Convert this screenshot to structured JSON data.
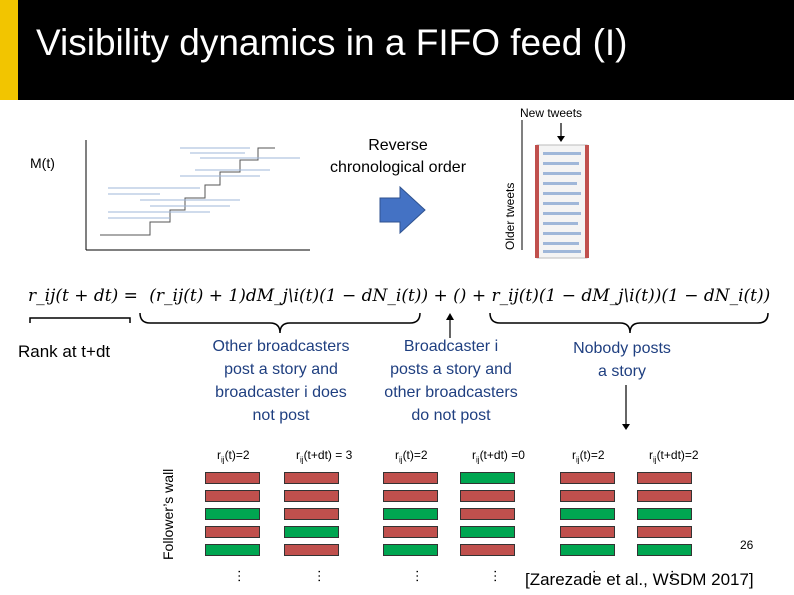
{
  "slide": {
    "title": "Visibility dynamics in a FIFO feed (I)",
    "page_number": "26",
    "citation": "[Zarezade et al., WSDM 2017]"
  },
  "top": {
    "m_label": "M(t)",
    "reverse_label_line1": "Reverse",
    "reverse_label_line2": "chronological order",
    "new_tweets": "New tweets",
    "older_tweets": "Older tweets"
  },
  "equation": {
    "lhs": "r_ij(t + dt) =",
    "term1": "(r_ij(t) + 1)dM_j\\i(t)(1 − dN_i(t))",
    "plus1": "+",
    "term2": "()",
    "plus2": "+",
    "term3": "r_ij(t)(1 − dM_j\\i(t))(1 − dN_i(t))"
  },
  "captions": {
    "rank": "Rank at t+dt",
    "other_1": "Other broadcasters",
    "other_2": "post a story and",
    "other_3": "broadcaster i does",
    "other_4": "not post",
    "bi_1": "Broadcaster i",
    "bi_2": "posts a story and",
    "bi_3": "other broadcasters",
    "bi_4": "do not post",
    "nobody_1": "Nobody posts",
    "nobody_2": "a story",
    "follower_wall": "Follower’s wall"
  },
  "columns": [
    {
      "label": "r_ij(t)=2",
      "bars": [
        "red",
        "red",
        "green",
        "red",
        "green"
      ]
    },
    {
      "label": "r_ij(t+dt) = 3",
      "bars": [
        "red",
        "red",
        "red",
        "green",
        "red"
      ]
    },
    {
      "label": "r_ij(t)=2",
      "bars": [
        "red",
        "red",
        "green",
        "red",
        "green"
      ]
    },
    {
      "label": "r_ij(t+dt) =0",
      "bars": [
        "green",
        "red",
        "red",
        "green",
        "red"
      ]
    },
    {
      "label": "r_ij(t)=2",
      "bars": [
        "red",
        "red",
        "green",
        "red",
        "green"
      ]
    },
    {
      "label": "r_ij(t+dt)=2",
      "bars": [
        "red",
        "red",
        "green",
        "red",
        "green"
      ]
    }
  ],
  "colors": {
    "red": "#c0504d",
    "green": "#00a651",
    "accent": "#f2c500",
    "blue_text": "#1f3f80"
  }
}
